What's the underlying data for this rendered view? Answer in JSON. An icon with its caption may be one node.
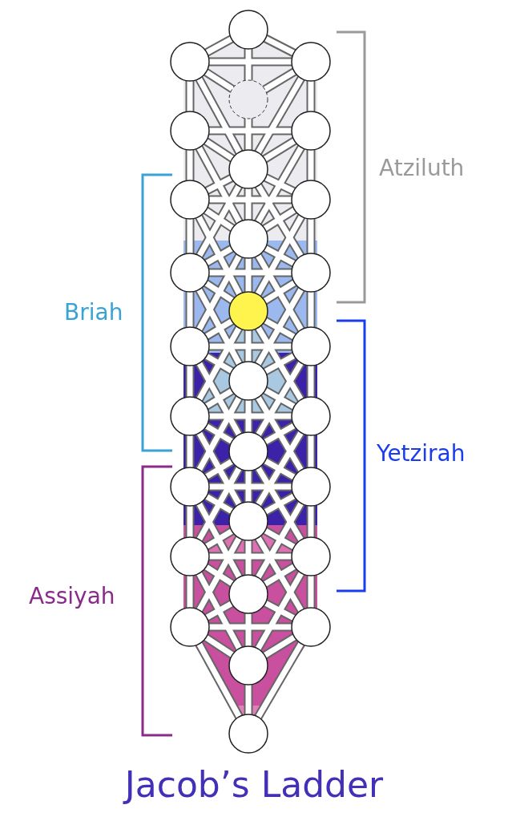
{
  "diagram": {
    "title": "Jacob’s Ladder",
    "labels": [
      "Atziluth",
      "Briah",
      "Yetzirah",
      "Assiyah"
    ]
  }
}
